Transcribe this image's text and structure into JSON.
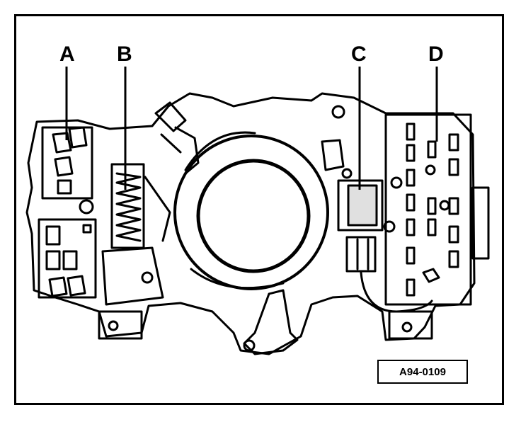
{
  "callouts": {
    "a": "A",
    "b": "B",
    "c": "C",
    "d": "D"
  },
  "figure_id": "A94-0109"
}
